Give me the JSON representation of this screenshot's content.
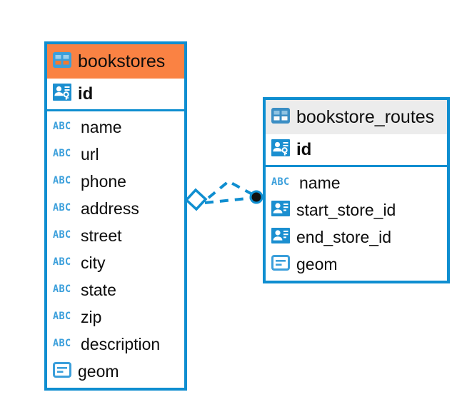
{
  "diagram": {
    "type": "er-diagram",
    "title": "",
    "colors": {
      "border": "#0f8ed0",
      "header_accent": "#fa8243",
      "header_neutral": "#ececec",
      "icon_blue": "#3b9fdb",
      "connector": "#0f8ed0",
      "endpoint_fill": "#111111",
      "text": "#0d0d0d",
      "background": "#ffffff"
    },
    "entities": [
      {
        "id": "bookstores",
        "name": "bookstores",
        "header_style": "accent",
        "table_icon": "table-icon",
        "primary_key": {
          "name": "id",
          "icon": "primary-key-icon"
        },
        "fields": [
          {
            "name": "name",
            "icon": "text-type-icon"
          },
          {
            "name": "url",
            "icon": "text-type-icon"
          },
          {
            "name": "phone",
            "icon": "text-type-icon"
          },
          {
            "name": "address",
            "icon": "text-type-icon"
          },
          {
            "name": "street",
            "icon": "text-type-icon"
          },
          {
            "name": "city",
            "icon": "text-type-icon"
          },
          {
            "name": "state",
            "icon": "text-type-icon"
          },
          {
            "name": "zip",
            "icon": "text-type-icon"
          },
          {
            "name": "description",
            "icon": "text-type-icon"
          },
          {
            "name": "geom",
            "icon": "geometry-type-icon"
          }
        ]
      },
      {
        "id": "bookstore_routes",
        "name": "bookstore_routes",
        "header_style": "neutral",
        "table_icon": "table-icon",
        "primary_key": {
          "name": "id",
          "icon": "primary-key-icon"
        },
        "fields": [
          {
            "name": "name",
            "icon": "text-type-icon"
          },
          {
            "name": "start_store_id",
            "icon": "foreign-key-icon"
          },
          {
            "name": "end_store_id",
            "icon": "foreign-key-icon"
          },
          {
            "name": "geom",
            "icon": "geometry-type-icon"
          }
        ]
      }
    ],
    "relationship": {
      "from": "bookstores",
      "to": "bookstore_routes",
      "source_endpoint": "diamond-endpoint",
      "target_endpoint": "filled-circle-endpoint",
      "line_style": "dashed"
    },
    "icon_labels": {
      "text_type": "ABC"
    }
  }
}
